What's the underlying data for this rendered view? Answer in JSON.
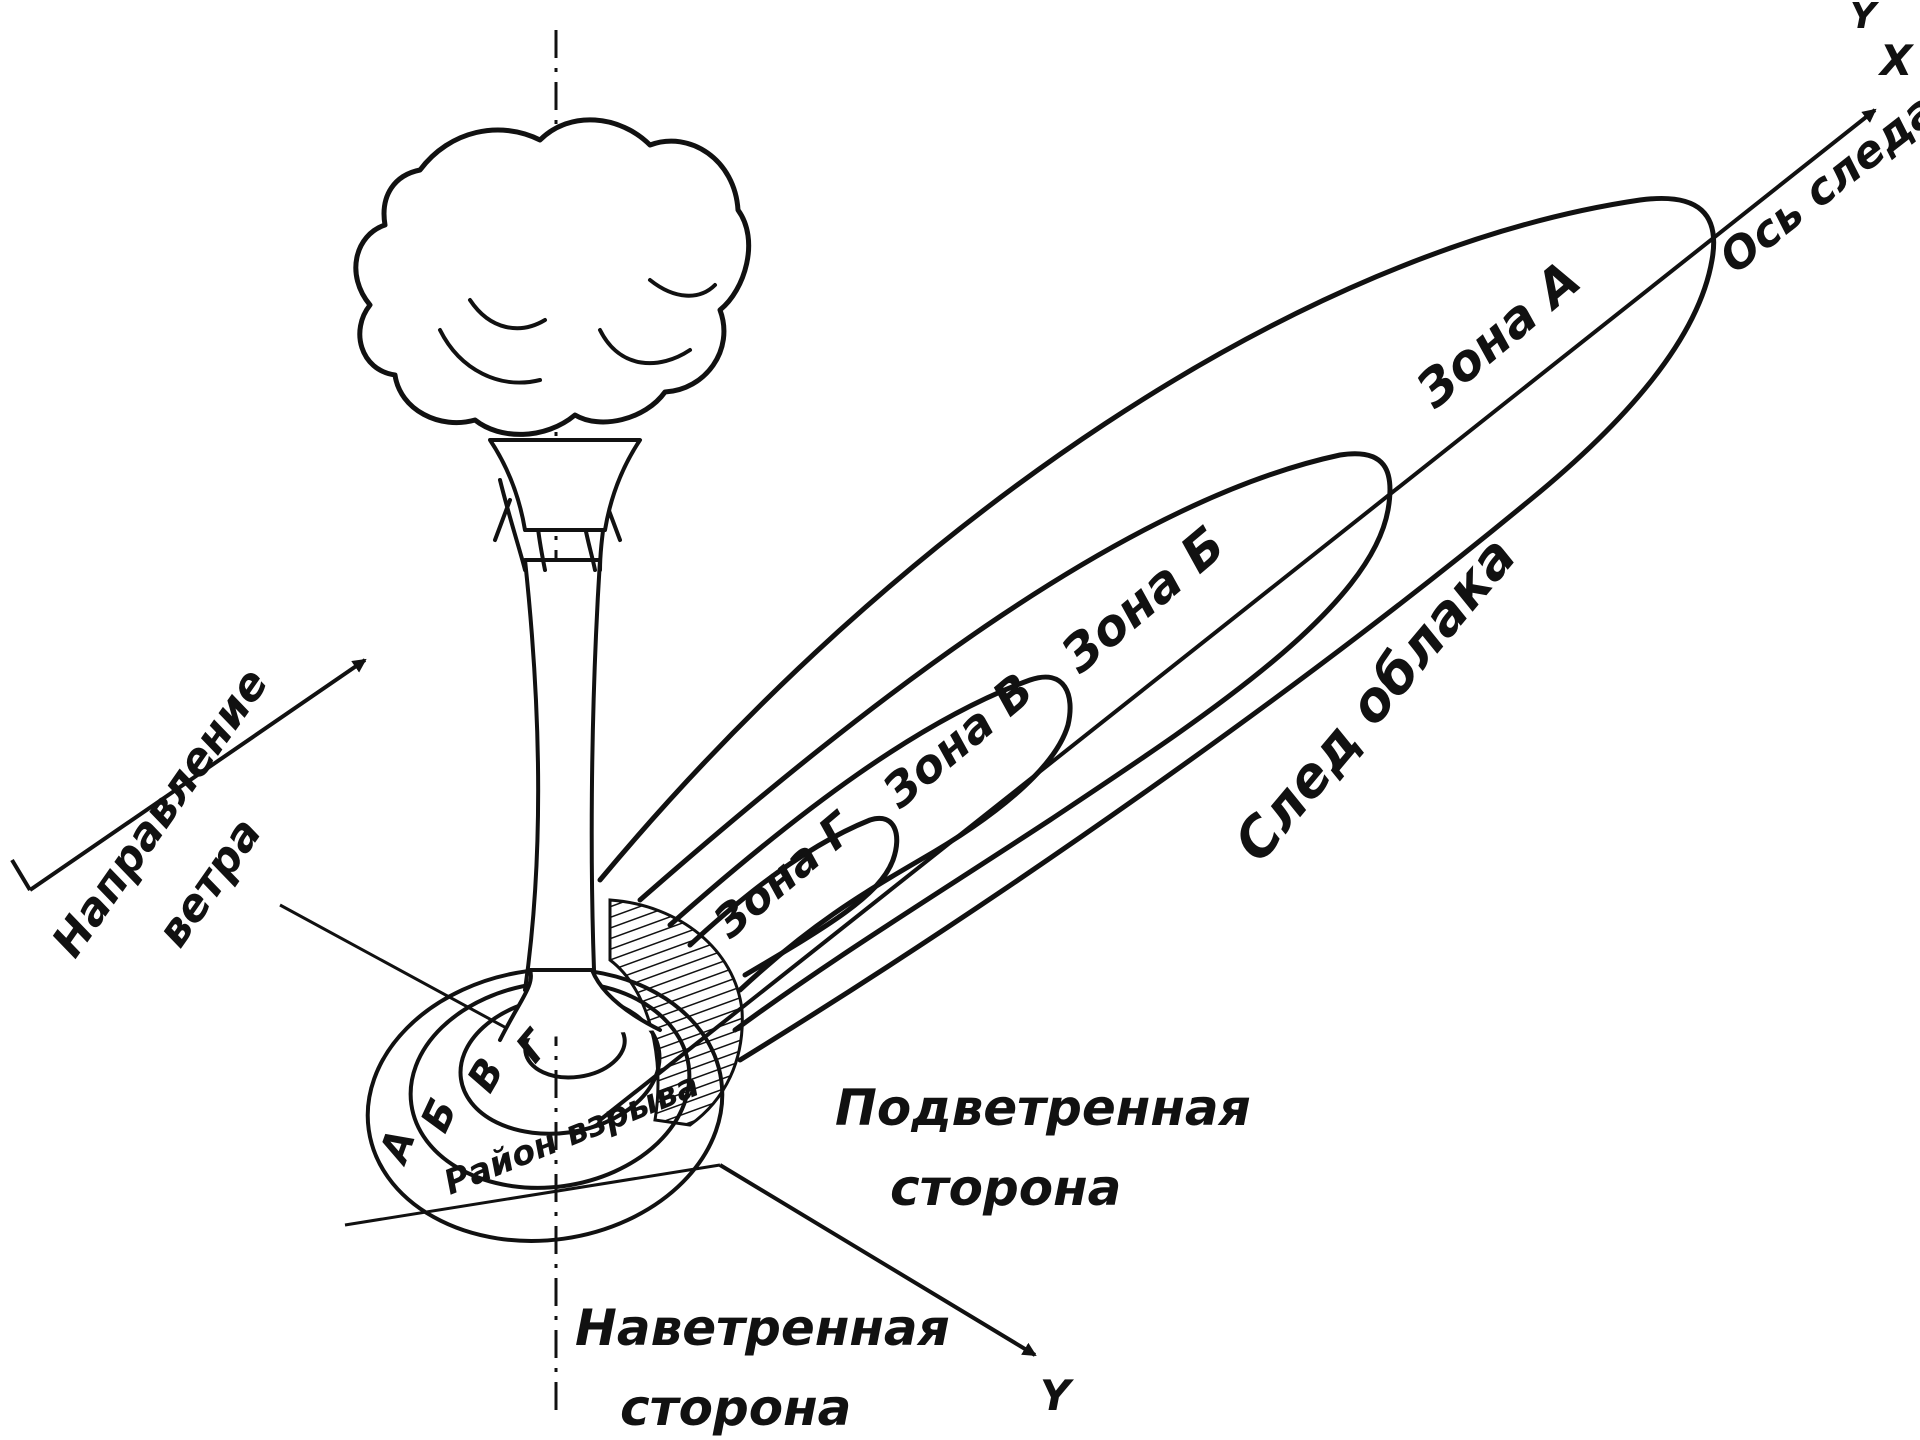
{
  "colors": {
    "ink": "#111111",
    "paper": "#ffffff"
  },
  "labels": {
    "axis_x": "X",
    "axis_y_bottom": "Y",
    "axis_y_top": "Y",
    "trace_axis": "Ось следа",
    "zone_a": "Зона А",
    "zone_b": "Зона Б",
    "zone_v": "Зона В",
    "zone_g": "Зона Г",
    "cloud_trace": "След облака",
    "wind_direction_1": "Направление",
    "wind_direction_2": "ветра",
    "leeward_1": "Подветренная",
    "leeward_2": "сторона",
    "windward_1": "Наветренная",
    "windward_2": "сторона",
    "explosion_area": "Район взрыва",
    "ring_a": "А",
    "ring_b": "Б",
    "ring_v": "В",
    "ring_g": "Г"
  }
}
